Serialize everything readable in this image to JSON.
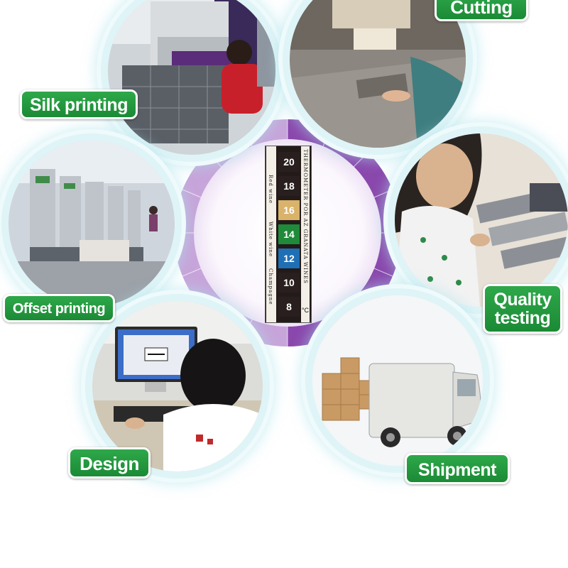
{
  "steps": {
    "cutting": "Cutting",
    "silk_printing": "Silk printing",
    "offset_printing": "Offset printing",
    "quality_testing_line1": "Quality",
    "quality_testing_line2": "testing",
    "design": "Design",
    "shipment": "Shipment"
  },
  "thermometer": {
    "values": [
      "20",
      "18",
      "16",
      "14",
      "12",
      "10",
      "8"
    ],
    "colors": [
      "#2a1f1f",
      "#2a1f1f",
      "#d9b36a",
      "#1f8a3a",
      "#1f6fb4",
      "#2a1f1f",
      "#2a1f1f"
    ],
    "right_text": "THERMOMETER POR AZ GRANATA WINES",
    "unit": "°C",
    "zones": [
      "Red wine",
      "White wine",
      "Champagne"
    ]
  },
  "colors": {
    "label_green": "#1f9a40",
    "ring_purple": "#8c4fb0",
    "ring_light": "#c9a8dc"
  }
}
